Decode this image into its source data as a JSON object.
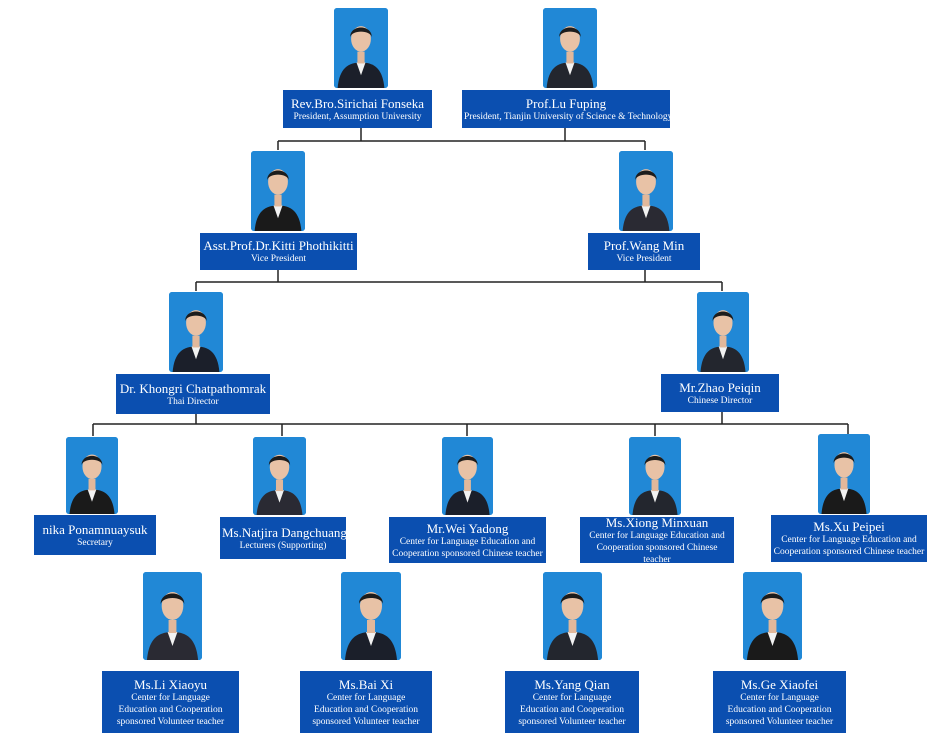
{
  "people": {
    "p1": {
      "name": "Rev.Bro.Sirichai Fonseka",
      "role": "President, Assumption University"
    },
    "p2": {
      "name": "Prof.Lu Fuping",
      "role": "President, Tianjin University of Science & Technology"
    },
    "p3": {
      "name": "Asst.Prof.Dr.Kitti Phothikitti",
      "role": "Vice President"
    },
    "p4": {
      "name": "Prof.Wang Min",
      "role": "Vice President"
    },
    "p5": {
      "name": "Dr. Khongri Chatpathomrak",
      "role": "Thai Director"
    },
    "p6": {
      "name": "Mr.Zhao Peiqin",
      "role": "Chinese Director"
    },
    "p7": {
      "name": "nika Ponamnuaysuk",
      "role": "Secretary"
    },
    "p8": {
      "name": "Ms.Natjira Dangchuang",
      "role": "Lecturers (Supporting)"
    },
    "p9": {
      "name": "Mr.Wei Yadong",
      "role": "Center for Language Education and Cooperation sponsored Chinese teacher"
    },
    "p10": {
      "name": "Ms.Xiong Minxuan",
      "role": "Center for Language Education and Cooperation sponsored Chinese teacher"
    },
    "p11": {
      "name": "Ms.Xu Peipei",
      "role": "Center for Language Education and Cooperation sponsored Chinese teacher"
    },
    "p12": {
      "name": "Ms.Li Xiaoyu",
      "role": "Center for Language Education and Cooperation sponsored Volunteer teacher"
    },
    "p13": {
      "name": "Ms.Bai Xi",
      "role": "Center for Language Education and Cooperation sponsored Volunteer teacher"
    },
    "p14": {
      "name": "Ms.Yang Qian",
      "role": "Center for Language Education and Cooperation sponsored Volunteer teacher"
    },
    "p15": {
      "name": "Ms.Ge Xiaofei",
      "role": "Center for Language Education and Cooperation sponsored Volunteer teacher"
    }
  },
  "colors": {
    "box": "#0b4fb0",
    "photo_bg": "#2188d6",
    "line": "#222222"
  }
}
